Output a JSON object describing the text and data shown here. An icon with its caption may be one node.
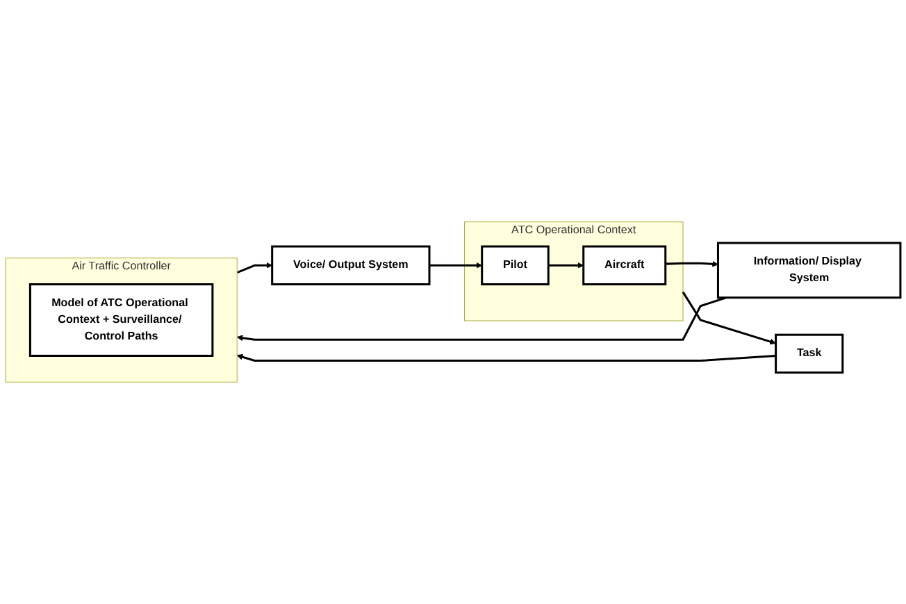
{
  "diagram": {
    "nodes": [
      {
        "text": [
          "ATC Operational Context"
        ]
      },
      {
        "text": [
          "Aircraft"
        ],
        "in": 0
      },
      {
        "text": [
          "Pilot"
        ],
        "in": 0
      },
      {
        "text": [
          "Information/ Display System"
        ]
      },
      {
        "text": [
          "Task"
        ]
      },
      {
        "text": [
          "Voice/ Output System"
        ]
      },
      {
        "text": [
          "Air Traffic Controller"
        ]
      },
      {
        "text": [
          "Model of ATC Operational Context + Surveillance/ Control Paths"
        ],
        "in": 6
      }
    ],
    "edges": [
      {
        "from": 1,
        "to": 3,
        "arrow": "to"
      },
      {
        "from": 3,
        "to": 6,
        "arrow": "to"
      },
      {
        "from": 0,
        "to": 4,
        "arrow": "to"
      },
      {
        "from": 4,
        "to": 6,
        "arrow": "to"
      },
      {
        "from": 6,
        "to": 5,
        "arrow": "to"
      },
      {
        "from": 5,
        "to": 2,
        "arrow": "to"
      },
      {
        "from": 2,
        "to": 1,
        "arrow": "to"
      }
    ]
  }
}
